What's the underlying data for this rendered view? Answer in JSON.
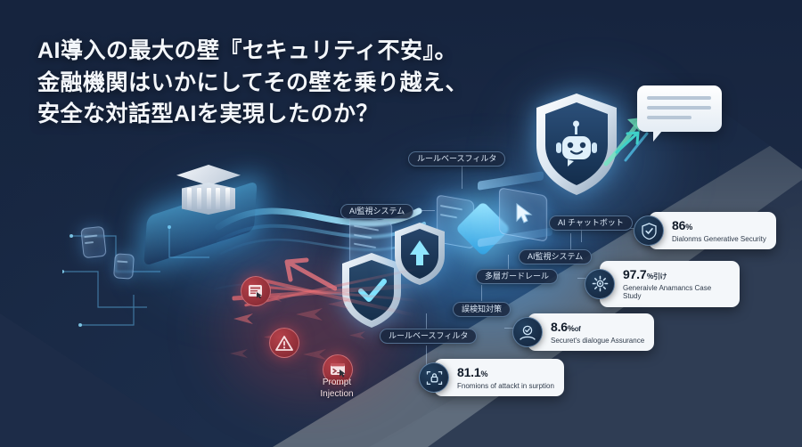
{
  "banner": {
    "headline": "AI導入の最大の壁『セキュリティ不安』。\n金融機関はいかにしてその壁を乗り越え、\n安全な対話型AIを実現したのか？",
    "colors": {
      "background_navy": "#1b2c49",
      "band_slate": "#5a6776",
      "accent_cyan": "#58c8ff",
      "attack_red": "#e0666f",
      "badge_surface": "#f4f7fa",
      "headline_text": "#f4f7fb"
    }
  },
  "diagram": {
    "nodes": [
      {
        "name": "bank",
        "label": ""
      },
      {
        "name": "ai-monitor-left",
        "label": "AI監視システム"
      },
      {
        "name": "rule-filter-top",
        "label": "ルールベースフィルタ"
      },
      {
        "name": "rule-filter-lower",
        "label": "ルールベースフィルタ"
      },
      {
        "name": "multi-guardrail",
        "label": "多層ガードレール"
      },
      {
        "name": "false-positive",
        "label": "誤検知対策"
      },
      {
        "name": "ai-monitor-right",
        "label": "AI監視システム"
      },
      {
        "name": "ai-chatbot",
        "label": "AI チャットボット"
      }
    ]
  },
  "attack": {
    "icon_label": "Prompt\nInjection",
    "label_line1": "Prompt",
    "label_line2": "Injection"
  },
  "badges": [
    {
      "icon": "shield-check-icon",
      "value": "86",
      "unit": "%",
      "suffix": "",
      "caption": "Dialonms Generative Security"
    },
    {
      "icon": "gear-icon",
      "value": "97.7",
      "unit": "",
      "suffix": "％引け",
      "caption": "Generaivle Anamancs Case Study"
    },
    {
      "icon": "hand-shield-icon",
      "value": "8.6",
      "unit": "%",
      "suffix": "of",
      "caption": "Securet's dialogue Assurance"
    },
    {
      "icon": "lock-scan-icon",
      "value": "81.1",
      "unit": "%",
      "suffix": "",
      "caption": "Fnomions of attackt in surption"
    }
  ]
}
